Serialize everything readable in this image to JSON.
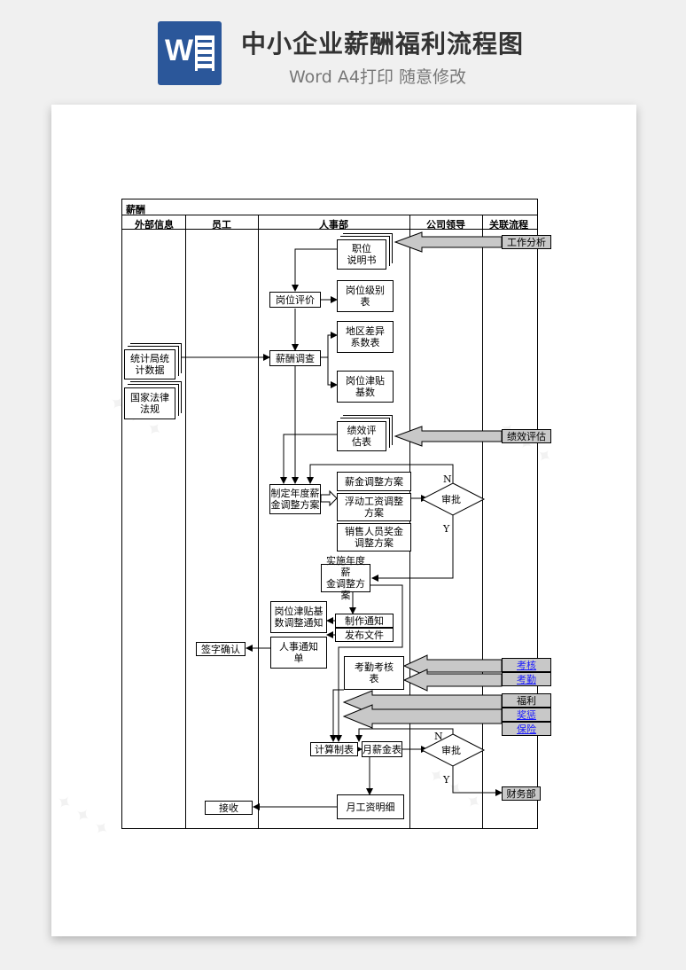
{
  "header": {
    "title": "中小企业薪酬福利流程图",
    "subtitle": "Word A4打印 随意修改",
    "logo_letter": "W"
  },
  "chart": {
    "section_title": "薪酬",
    "columns": [
      "外部信息",
      "员工",
      "人事部",
      "公司领导",
      "关联流程"
    ],
    "nodes": {
      "job_desc": "职位\n说明书",
      "job_eval": "岗位评价",
      "job_level": "岗位级别\n表",
      "region_coef": "地区差异\n系数表",
      "stats": "统计局统\n计数据",
      "salary_survey": "薪酬调查",
      "law": "国家法律\n法规",
      "allowance_base": "岗位津贴\n基数",
      "perf_eval": "绩效评\n估表",
      "annual_plan": "制定年度薪\n金调整方案",
      "salary_adj": "薪金调整方案",
      "float_adj": "浮动工资调整\n方案",
      "sales_bonus": "销售人员奖金\n调整方案",
      "approve1": "审批",
      "n1": "N",
      "y1": "Y",
      "implement": "实施年度薪\n金调整方案",
      "allowance_notice": "岗位津贴基\n数调整通知",
      "make_notice": "制作通知",
      "publish": "发布文件",
      "sign": "签字确认",
      "hr_notice": "人事通知\n单",
      "attendance": "考勤考核\n表",
      "calc": "计算制表",
      "monthly": "月薪金表",
      "approve2": "审批",
      "n2": "N",
      "y2": "Y",
      "receive": "接收",
      "payslip": "月工资明细",
      "finance": "财务部"
    },
    "related": {
      "job_analysis": "工作分析",
      "perf": "绩效评估",
      "assess": "考核",
      "attend": "考勤",
      "welfare": "福利",
      "reward": "奖惩",
      "insurance": "保险"
    }
  }
}
